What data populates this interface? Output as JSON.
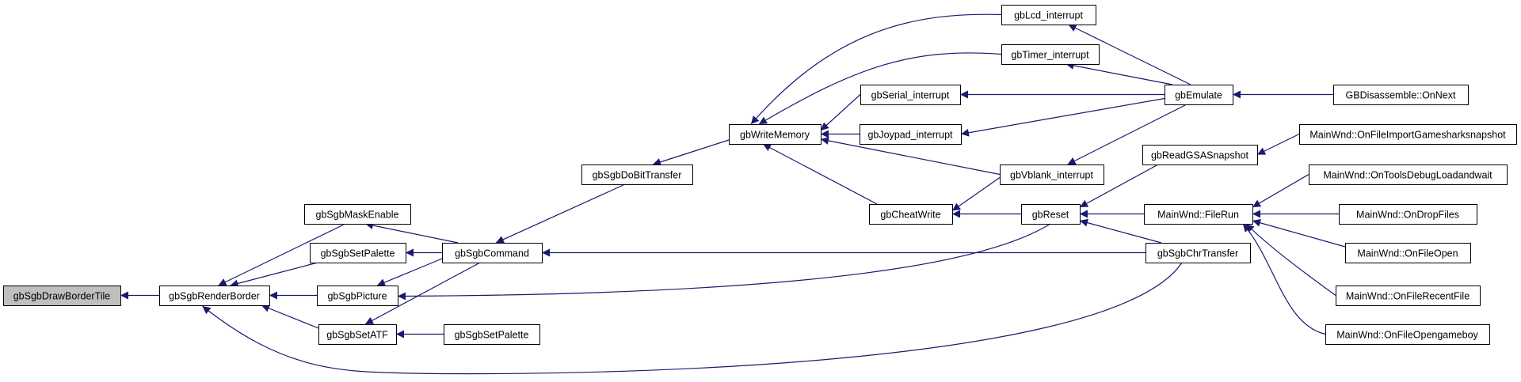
{
  "colors": {
    "edge": "#191970",
    "root_fill": "#bfbfbf",
    "node_fill": "#ffffff",
    "border": "#000000"
  },
  "graph": {
    "root": "n_draw",
    "nodes": [
      {
        "id": "n_draw",
        "label": "gbSgbDrawBorderTile"
      },
      {
        "id": "n_render",
        "label": "gbSgbRenderBorder"
      },
      {
        "id": "n_mask",
        "label": "gbSgbMaskEnable"
      },
      {
        "id": "n_setpal1",
        "label": "gbSgbSetPalette"
      },
      {
        "id": "n_picture",
        "label": "gbSgbPicture"
      },
      {
        "id": "n_setatf",
        "label": "gbSgbSetATF"
      },
      {
        "id": "n_command",
        "label": "gbSgbCommand"
      },
      {
        "id": "n_setpal2",
        "label": "gbSgbSetPalette"
      },
      {
        "id": "n_dobit",
        "label": "gbSgbDoBitTransfer"
      },
      {
        "id": "n_writemem",
        "label": "gbWriteMemory"
      },
      {
        "id": "n_serial",
        "label": "gbSerial_interrupt"
      },
      {
        "id": "n_joypad",
        "label": "gbJoypad_interrupt"
      },
      {
        "id": "n_cheat",
        "label": "gbCheatWrite"
      },
      {
        "id": "n_lcd",
        "label": "gbLcd_interrupt"
      },
      {
        "id": "n_timer",
        "label": "gbTimer_interrupt"
      },
      {
        "id": "n_vblank",
        "label": "gbVblank_interrupt"
      },
      {
        "id": "n_reset",
        "label": "gbReset"
      },
      {
        "id": "n_emulate",
        "label": "gbEmulate"
      },
      {
        "id": "n_readgsa",
        "label": "gbReadGSASnapshot"
      },
      {
        "id": "n_filerun",
        "label": "MainWnd::FileRun"
      },
      {
        "id": "n_chr",
        "label": "gbSgbChrTransfer"
      },
      {
        "id": "n_disasm",
        "label": "GBDisassemble::OnNext"
      },
      {
        "id": "n_importgs",
        "label": "MainWnd::OnFileImportGamesharksnapshot"
      },
      {
        "id": "n_debugload",
        "label": "MainWnd::OnToolsDebugLoadandwait"
      },
      {
        "id": "n_drop",
        "label": "MainWnd::OnDropFiles"
      },
      {
        "id": "n_open",
        "label": "MainWnd::OnFileOpen"
      },
      {
        "id": "n_recent",
        "label": "MainWnd::OnFileRecentFile"
      },
      {
        "id": "n_opengb",
        "label": "MainWnd::OnFileOpengameboy"
      }
    ],
    "edges": [
      {
        "from": "n_render",
        "to": "n_draw"
      },
      {
        "from": "n_mask",
        "to": "n_render"
      },
      {
        "from": "n_setpal1",
        "to": "n_render"
      },
      {
        "from": "n_picture",
        "to": "n_render"
      },
      {
        "from": "n_setatf",
        "to": "n_render"
      },
      {
        "from": "n_chr",
        "to": "n_render"
      },
      {
        "from": "n_command",
        "to": "n_mask"
      },
      {
        "from": "n_command",
        "to": "n_setpal1"
      },
      {
        "from": "n_command",
        "to": "n_picture"
      },
      {
        "from": "n_command",
        "to": "n_setatf"
      },
      {
        "from": "n_setpal2",
        "to": "n_setatf"
      },
      {
        "from": "n_reset",
        "to": "n_picture"
      },
      {
        "from": "n_dobit",
        "to": "n_command"
      },
      {
        "from": "n_chr",
        "to": "n_command"
      },
      {
        "from": "n_writemem",
        "to": "n_dobit"
      },
      {
        "from": "n_lcd",
        "to": "n_writemem"
      },
      {
        "from": "n_timer",
        "to": "n_writemem"
      },
      {
        "from": "n_serial",
        "to": "n_writemem"
      },
      {
        "from": "n_joypad",
        "to": "n_writemem"
      },
      {
        "from": "n_vblank",
        "to": "n_writemem"
      },
      {
        "from": "n_cheat",
        "to": "n_writemem"
      },
      {
        "from": "n_emulate",
        "to": "n_lcd"
      },
      {
        "from": "n_emulate",
        "to": "n_timer"
      },
      {
        "from": "n_emulate",
        "to": "n_serial"
      },
      {
        "from": "n_emulate",
        "to": "n_joypad"
      },
      {
        "from": "n_emulate",
        "to": "n_vblank"
      },
      {
        "from": "n_vblank",
        "to": "n_cheat"
      },
      {
        "from": "n_reset",
        "to": "n_cheat"
      },
      {
        "from": "n_disasm",
        "to": "n_emulate"
      },
      {
        "from": "n_readgsa",
        "to": "n_reset"
      },
      {
        "from": "n_filerun",
        "to": "n_reset"
      },
      {
        "from": "n_chr",
        "to": "n_reset"
      },
      {
        "from": "n_importgs",
        "to": "n_readgsa"
      },
      {
        "from": "n_debugload",
        "to": "n_filerun"
      },
      {
        "from": "n_drop",
        "to": "n_filerun"
      },
      {
        "from": "n_open",
        "to": "n_filerun"
      },
      {
        "from": "n_recent",
        "to": "n_filerun"
      },
      {
        "from": "n_opengb",
        "to": "n_filerun"
      }
    ]
  }
}
